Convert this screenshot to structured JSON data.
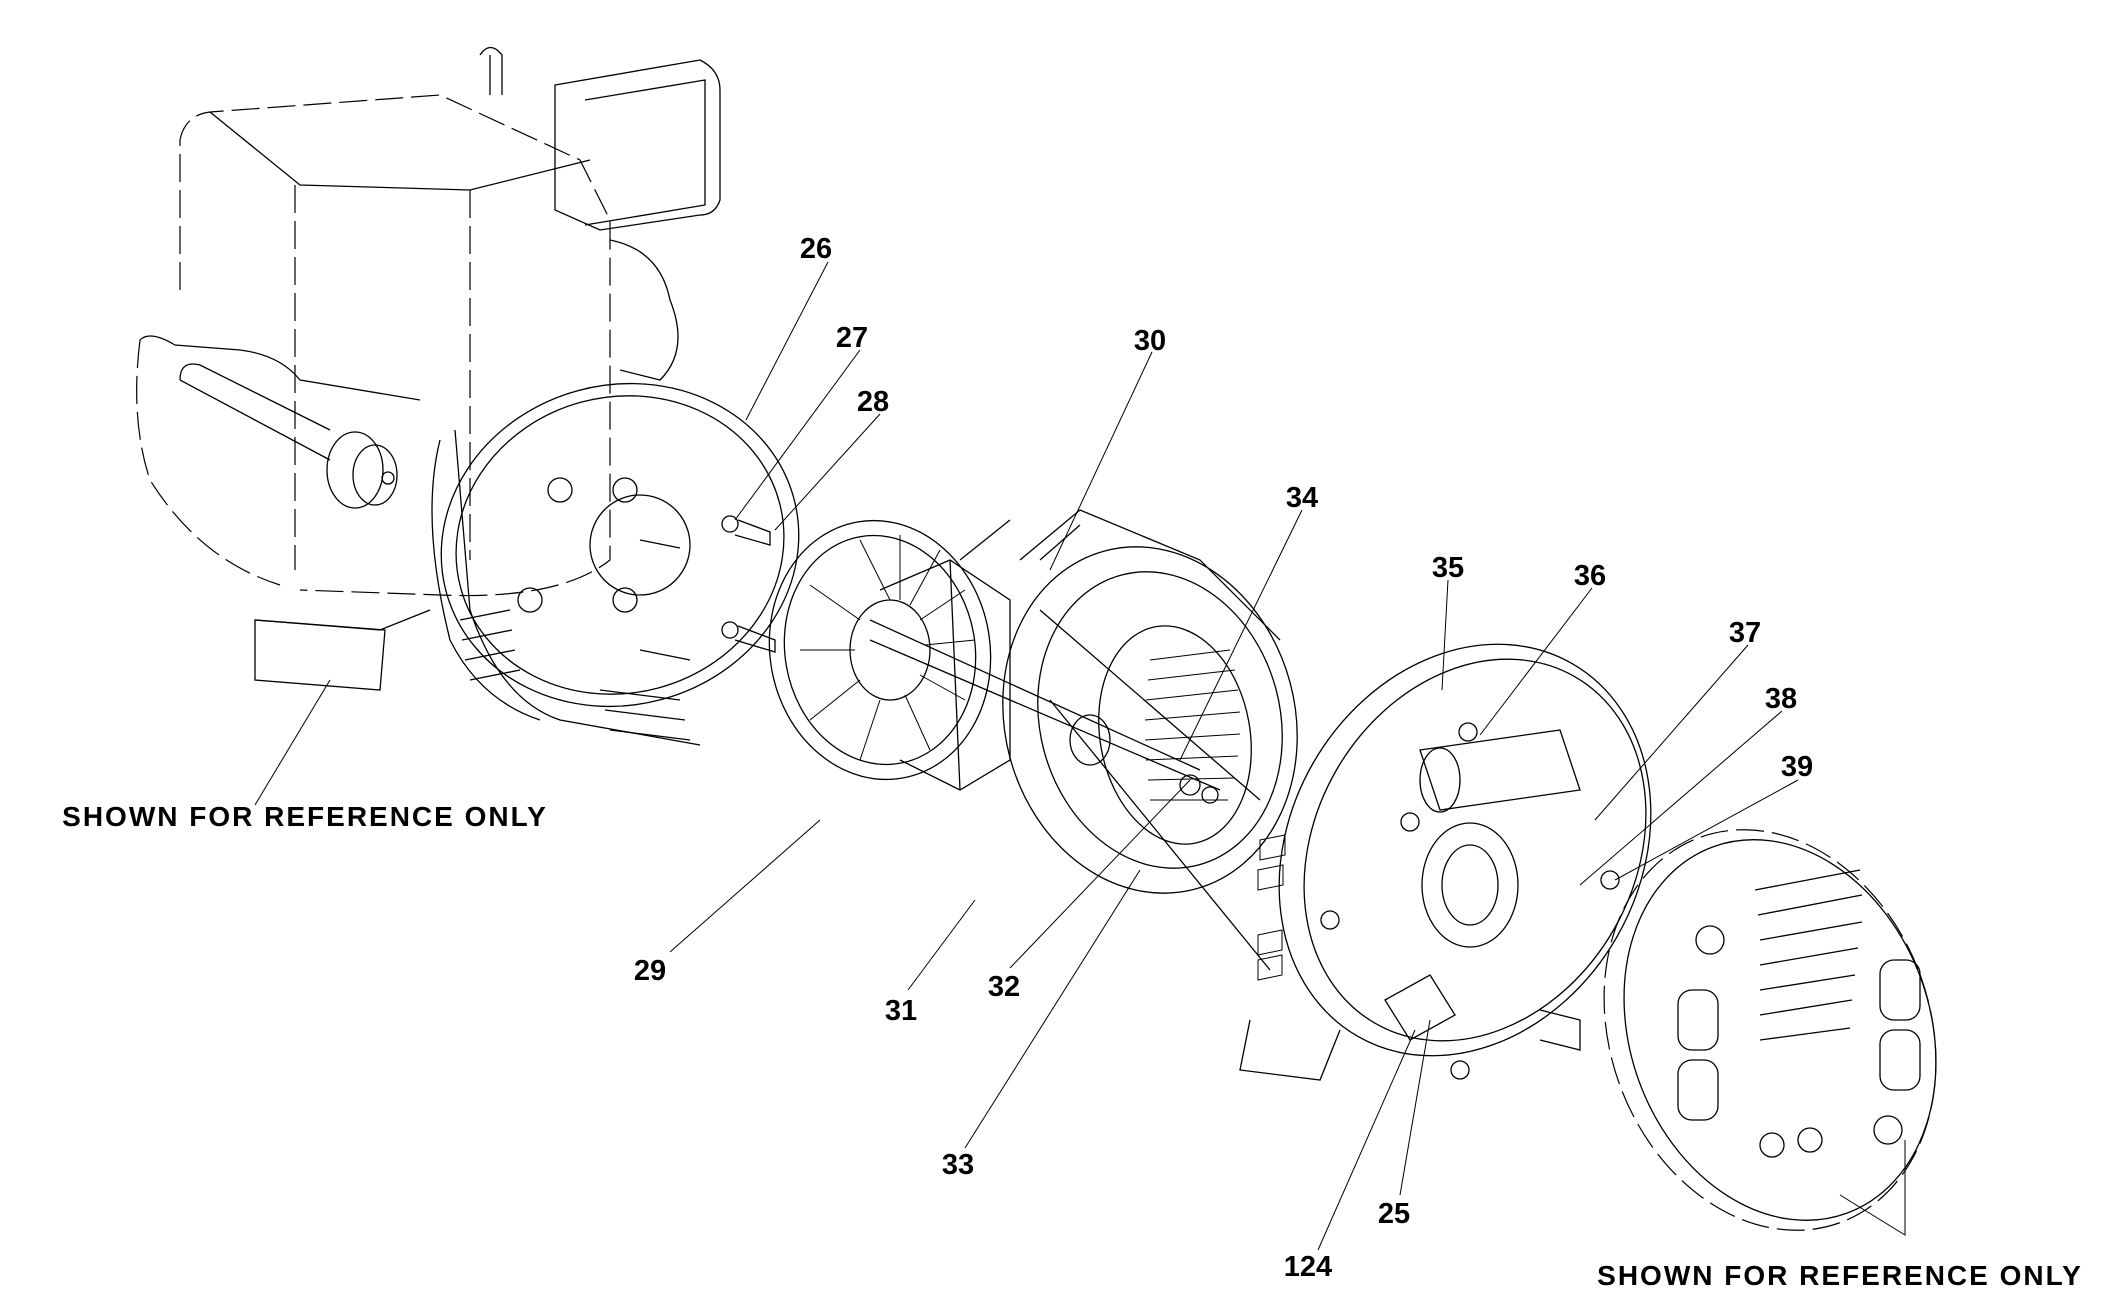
{
  "diagram": {
    "type": "exploded-parts-diagram",
    "subject": "generator alternator assembly",
    "callouts": [
      {
        "id": "26",
        "label": "26"
      },
      {
        "id": "27",
        "label": "27"
      },
      {
        "id": "28",
        "label": "28"
      },
      {
        "id": "29",
        "label": "29"
      },
      {
        "id": "30",
        "label": "30"
      },
      {
        "id": "31",
        "label": "31"
      },
      {
        "id": "32",
        "label": "32"
      },
      {
        "id": "33",
        "label": "33"
      },
      {
        "id": "34",
        "label": "34"
      },
      {
        "id": "35",
        "label": "35"
      },
      {
        "id": "36",
        "label": "36"
      },
      {
        "id": "37",
        "label": "37"
      },
      {
        "id": "38",
        "label": "38"
      },
      {
        "id": "39",
        "label": "39"
      },
      {
        "id": "25",
        "label": "25"
      },
      {
        "id": "124",
        "label": "124"
      }
    ],
    "notes": {
      "engine_reference": "SHOWN FOR REFERENCE ONLY",
      "panel_reference": "SHOWN FOR REFERENCE ONLY"
    }
  }
}
